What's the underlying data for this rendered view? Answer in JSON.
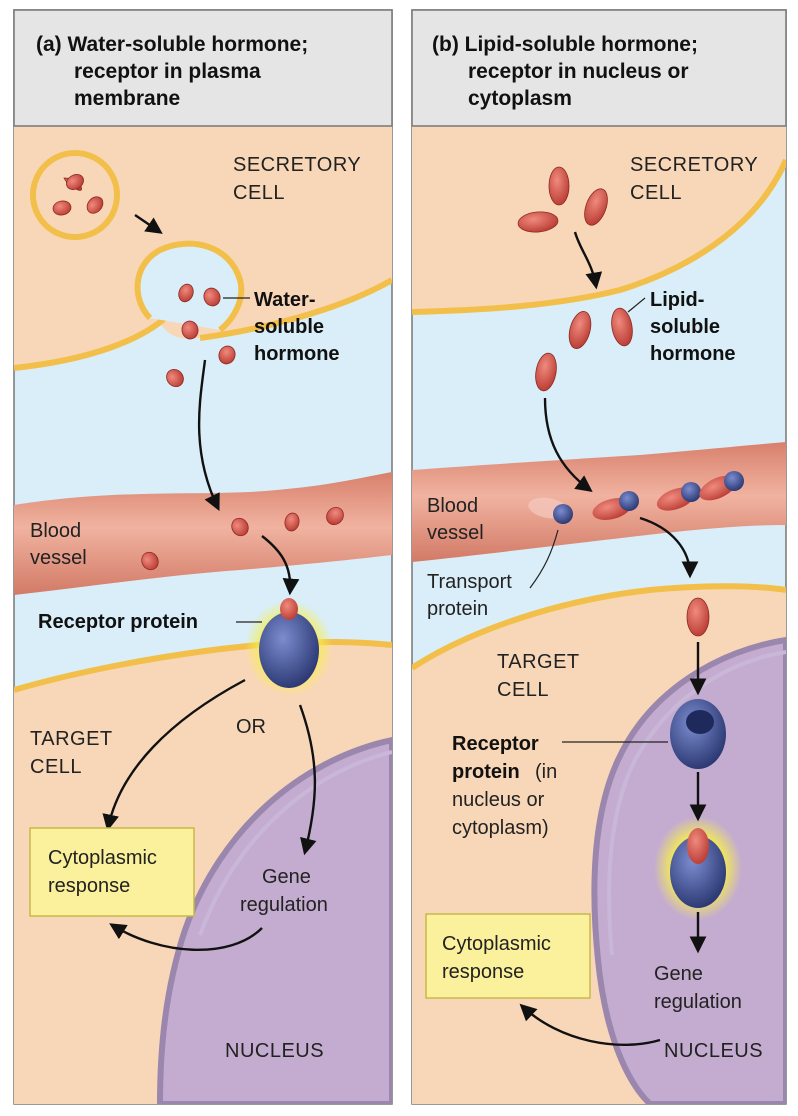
{
  "colors": {
    "background": "#f7e6d3",
    "fluid": "#d9eef8",
    "cell_membrane": "#f2c04a",
    "cell_cytoplasm": "#f8d7b8",
    "vessel": "#e59882",
    "nucleus": "#c4acd0",
    "hormone": "#d8574b",
    "receptor": "#3d4f94",
    "header": "#e5e5e5",
    "highlight": "#f6ee4e",
    "response_box": "#fbf09b"
  },
  "panel_a": {
    "header": [
      "(a) Water-soluble hormone;",
      "receptor in plasma",
      "membrane"
    ],
    "secretory_cell": [
      "SECRETORY",
      "CELL"
    ],
    "hormone_label": [
      "Water-",
      "soluble",
      "hormone"
    ],
    "blood_vessel": [
      "Blood",
      "vessel"
    ],
    "receptor_label": "Receptor protein",
    "or_label": "OR",
    "target_cell": [
      "TARGET",
      "CELL"
    ],
    "response": [
      "Cytoplasmic",
      "response"
    ],
    "gene": [
      "Gene",
      "regulation"
    ],
    "nucleus": "NUCLEUS"
  },
  "panel_b": {
    "header": [
      "(b) Lipid-soluble hormone;",
      "receptor in nucleus or",
      "cytoplasm"
    ],
    "secretory_cell": [
      "SECRETORY",
      "CELL"
    ],
    "hormone_label": [
      "Lipid-",
      "soluble",
      "hormone"
    ],
    "blood_vessel": [
      "Blood",
      "vessel"
    ],
    "transport_label": [
      "Transport",
      "protein"
    ],
    "target_cell": [
      "TARGET",
      "CELL"
    ],
    "receptor_label_bold": [
      "Receptor",
      "protein"
    ],
    "receptor_label_rest": [
      "(in",
      "nucleus or",
      "cytoplasm)"
    ],
    "response": [
      "Cytoplasmic",
      "response"
    ],
    "gene": [
      "Gene",
      "regulation"
    ],
    "nucleus": "NUCLEUS"
  }
}
